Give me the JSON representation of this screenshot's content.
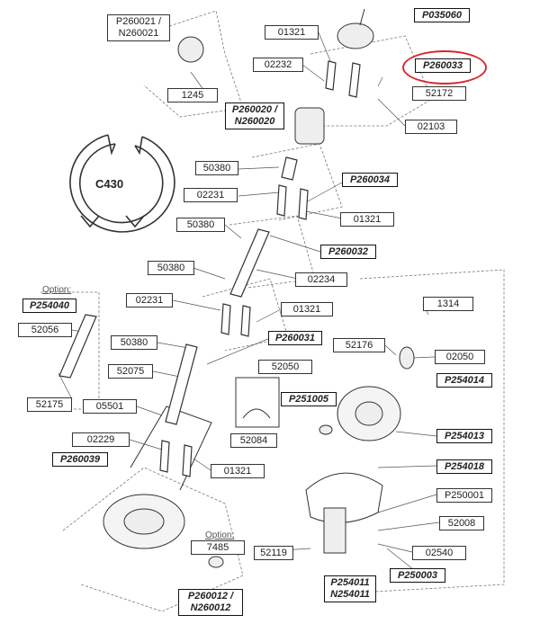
{
  "labels": {
    "p260021": "P260021 /",
    "n260021": "N260021",
    "l1245": "1245",
    "l01321a": "01321",
    "p035060": "P035060",
    "l02232": "02232",
    "p260033": "P260033",
    "l52172": "52172",
    "p260020": "P260020 /",
    "n260020": "N260020",
    "l02103": "02103",
    "c430": "C430",
    "l50380a": "50380",
    "l02231a": "02231",
    "p260034": "P260034",
    "l01321b": "01321",
    "l50380b": "50380",
    "p260032": "P260032",
    "l50380c": "50380",
    "l02234": "02234",
    "option1": "Option:",
    "p254040": "P254040",
    "l02231b": "02231",
    "l01321c": "01321",
    "l1314": "1314",
    "l52056": "52056",
    "l50380d": "50380",
    "p260031": "P260031",
    "l52176": "52176",
    "l02050": "02050",
    "l52050": "52050",
    "l52075": "52075",
    "p254014": "P254014",
    "p251005": "P251005",
    "l52175": "52175",
    "l05501": "05501",
    "l52084": "52084",
    "p254013": "P254013",
    "l02229": "02229",
    "p260039": "P260039",
    "l01321d": "01321",
    "p254018": "P254018",
    "p250001": "P250001",
    "l52008": "52008",
    "option2": "Option:",
    "l7485": "7485",
    "l52119": "52119",
    "l02540": "02540",
    "p250003": "P250003",
    "p254011": "P254011",
    "n254011": "N254011",
    "p260012": "P260012 /",
    "n260012": "N260012"
  },
  "highlight_color": "#d9262b",
  "line_color": "#555555"
}
